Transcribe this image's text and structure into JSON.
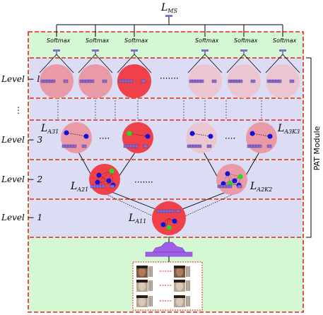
{
  "top_label": {
    "main": "L",
    "sub": "MS"
  },
  "softmax_label": "Softmax",
  "levels": {
    "l": "Level − l",
    "three": "Level − 3",
    "two": "Level − 2",
    "one": "Level − 1"
  },
  "module_label": "PAT  Module",
  "ellipsis": "·······",
  "ellipsis_short": "····",
  "vdots": "⋮",
  "node_labels": {
    "a31": {
      "main": "L",
      "sub": "A31"
    },
    "a3k": {
      "main": "L",
      "sub": "A3K3"
    },
    "a21": {
      "main": "L",
      "sub": "A21"
    },
    "a2k": {
      "main": "L",
      "sub": "A2K2"
    },
    "a11": {
      "main": "L",
      "sub": "A11"
    }
  },
  "colors": {
    "panel_green": "#d4f7d4",
    "band_lavender": "#dcdcf5",
    "dashed_red": "#e02424",
    "node_red": "#f0404a",
    "node_pink": "#ea9aa6",
    "node_light": "#ebc6d0",
    "bar_purple": "#8a6bd1",
    "dot_blue": "#1010e0",
    "dot_green": "#22dd22"
  }
}
